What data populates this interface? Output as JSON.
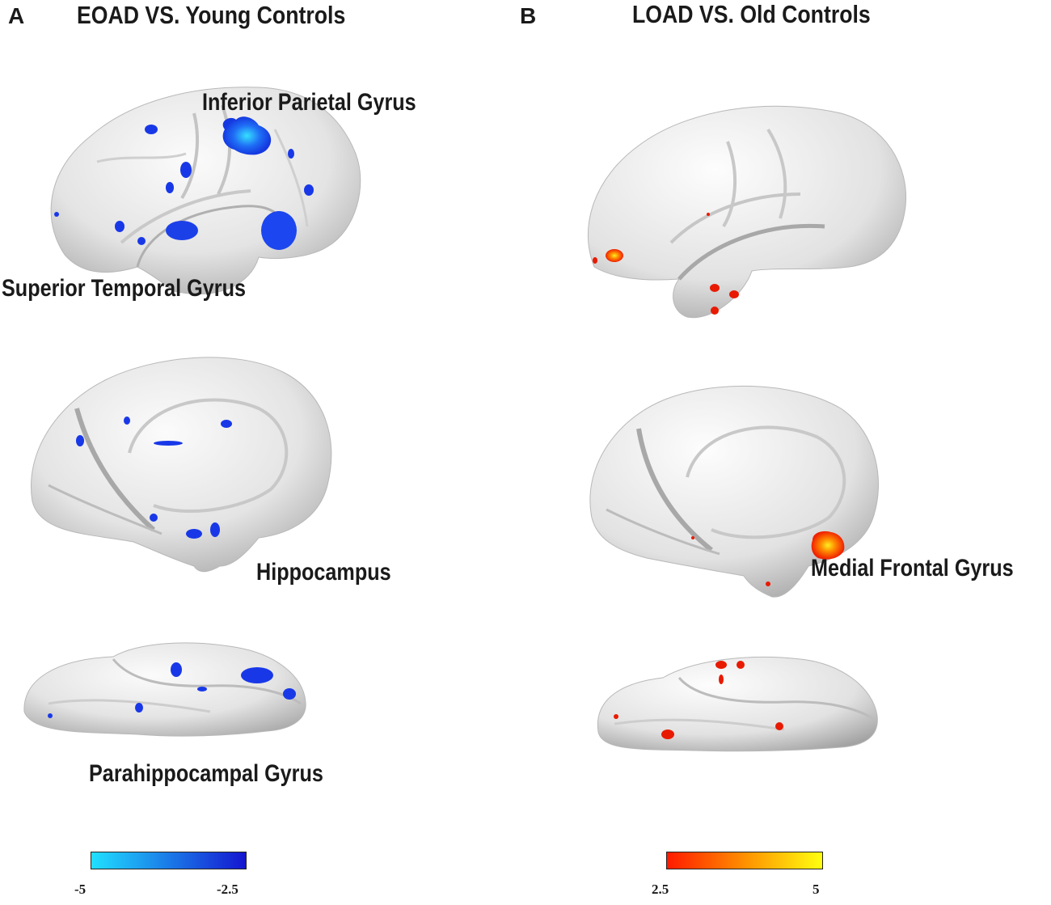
{
  "panels": [
    {
      "letter": "A",
      "title": "EOAD VS. Young Controls",
      "labels": {
        "lateral": "Inferior Parietal  Gyrus",
        "lateral_lower": "Superior Temporal Gyrus",
        "medial": "Hippocampus",
        "ventral": "Parahippocampal Gyrus"
      },
      "colorbar": {
        "min_label": "-5",
        "max_label": "-2.5",
        "color_start": "#20e0ff",
        "color_end": "#1515d0"
      },
      "cluster_color": "#1a3df0"
    },
    {
      "letter": "B",
      "title": "LOAD VS. Old Controls",
      "labels": {
        "medial": "Medial Frontal Gyrus"
      },
      "colorbar": {
        "min_label": "2.5",
        "max_label": "5",
        "color_start": "#ff1a00",
        "color_end": "#ffff10"
      },
      "cluster_color": "#ee1a00"
    }
  ],
  "surface_color": "#e6e6e6"
}
